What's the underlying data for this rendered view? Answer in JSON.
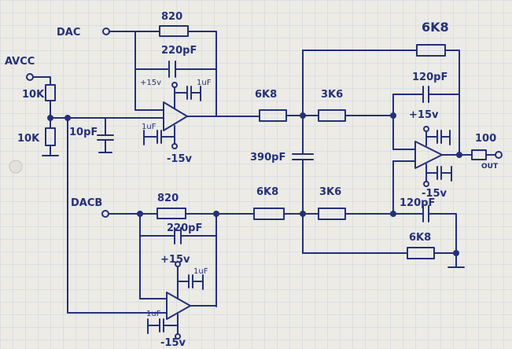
{
  "palette": {
    "paper": "#ecebe6",
    "grid": "#cdd3dc",
    "ink": "#24307a"
  },
  "inputs": {
    "dac": "DAC",
    "dacb": "DACB",
    "avcc": "AVCC"
  },
  "output": {
    "label": "OUT"
  },
  "components": {
    "r_fb_top": "820",
    "c_fb_top": "220pF",
    "r_fb_bot": "820",
    "c_fb_bot": "220pF",
    "r_div_top": "10K",
    "r_div_bot": "10K",
    "c_div": "10pF",
    "r_top_6k8": "6K8",
    "r_top_3k6": "3K6",
    "c_mid": "390pF",
    "r_bot_6k8": "6K8",
    "r_bot_3k6": "3K6",
    "r_out_fb": "6K8",
    "c_out_fb": "120pF",
    "c_out_gnd": "120pF",
    "r_out_gnd": "6K8",
    "r_out": "100"
  },
  "supplies": {
    "u1_pos": "+15v",
    "u1_neg": "-15v",
    "u1_dec_pos": "1uF",
    "u1_dec_neg": "1uF",
    "u2_pos": "+15v",
    "u2_neg": "-15v",
    "u2_dec_pos": "1uF",
    "u2_dec_neg": "1uF",
    "u3_pos": "+15v",
    "u3_neg": "-15v"
  }
}
